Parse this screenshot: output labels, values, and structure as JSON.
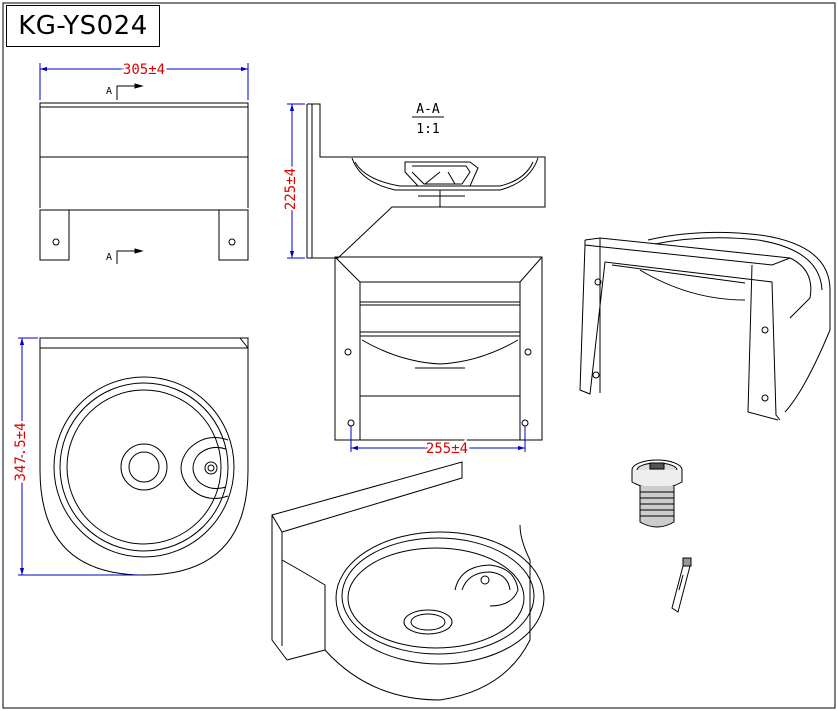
{
  "drawing": {
    "model_code": "KG-YS024",
    "section_label": "A-A",
    "section_scale": "1:1",
    "section_marker": "A",
    "dimensions": {
      "width": "305±4",
      "height": "225±4",
      "depth": "347.5±4",
      "mount_spacing": "255±4"
    }
  },
  "colors": {
    "line": "#000000",
    "dimension_line": "#0000cc",
    "dimension_text": "#dd0000",
    "background": "#ffffff"
  }
}
